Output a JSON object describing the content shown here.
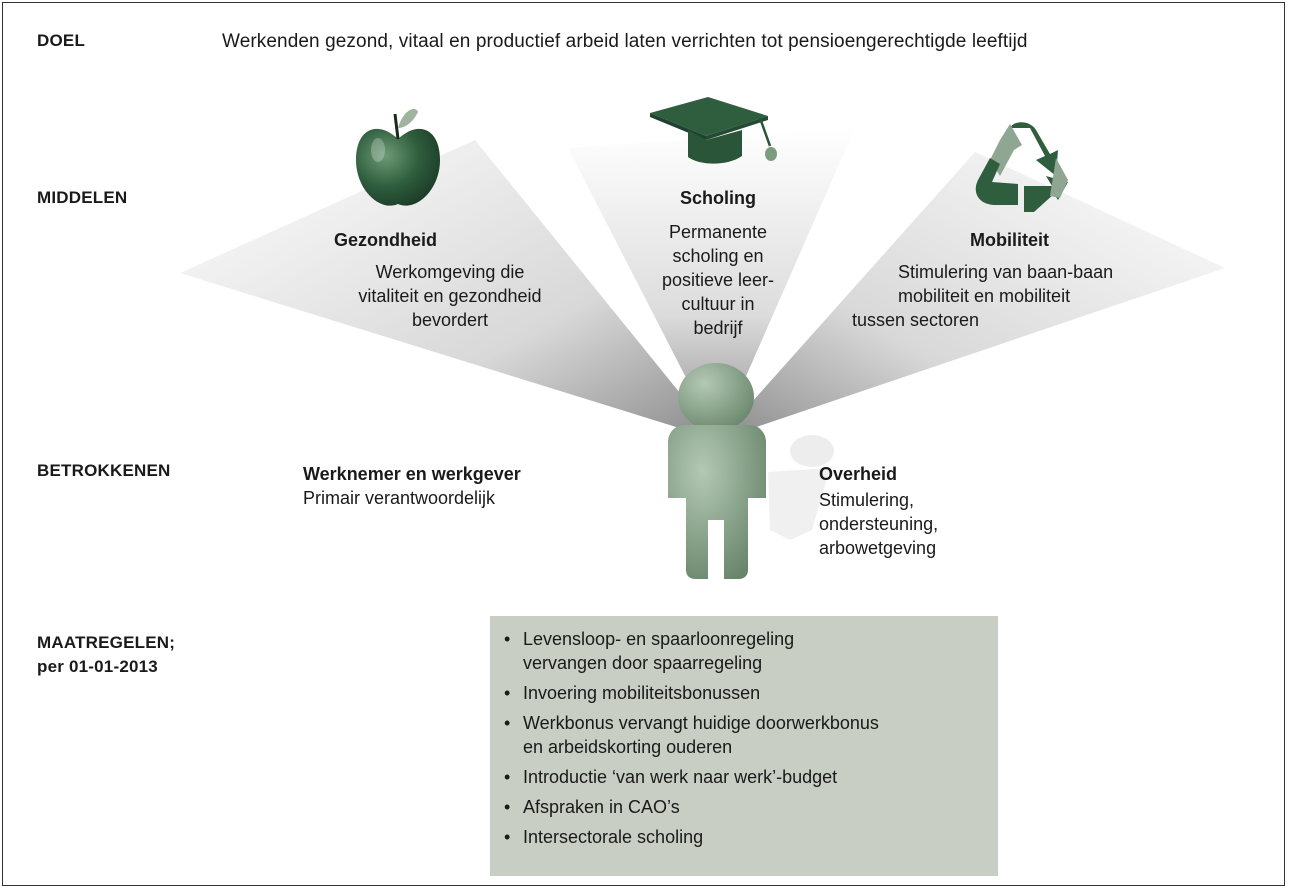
{
  "goal": {
    "label": "DOEL",
    "text": "Werkenden gezond, vitaal en productief arbeid laten verrichten tot pensioengerechtigde leeftijd"
  },
  "means": {
    "label": "MIDDELEN",
    "items": [
      {
        "title": "Gezondheid",
        "lines": [
          "Werkomgeving die",
          "vitaliteit en gezondheid",
          "bevordert"
        ],
        "icon": "apple-icon"
      },
      {
        "title": "Scholing",
        "lines": [
          "Permanente",
          "scholing en",
          "positieve leer-",
          "cultuur in",
          "bedrijf"
        ],
        "icon": "graduation-cap-icon"
      },
      {
        "title": "Mobiliteit",
        "lines": [
          "Stimulering van baan-baan",
          "mobiliteit en mobiliteit",
          "tussen sectoren"
        ],
        "icon": "recycle-icon"
      }
    ]
  },
  "stakeholders": {
    "label": "BETROKKENEN",
    "left": {
      "title": "Werknemer en werkgever",
      "text": "Primair verantwoordelijk"
    },
    "right": {
      "title": "Overheid",
      "lines": [
        "Stimulering,",
        "ondersteuning,",
        "arbowetgeving"
      ]
    },
    "icon": "person-icon"
  },
  "measures": {
    "label_line1": "MAATREGELEN;",
    "label_line2": "per 01-01-2013",
    "bullet": "•",
    "items": [
      [
        "Levensloop- en spaarloonregeling",
        "vervangen door spaarregeling"
      ],
      [
        "Invoering mobiliteitsbonussen"
      ],
      [
        "Werkbonus vervangt huidige doorwerkbonus",
        "en arbeidskorting ouderen"
      ],
      [
        "Introductie ‘van werk naar werk’-budget"
      ],
      [
        "Afspraken in CAO’s"
      ],
      [
        "Intersectorale scholing"
      ]
    ]
  },
  "colors": {
    "dark_green": "#2f5e3e",
    "person_green": "#8aa58c",
    "box_grey": "#c9cec4"
  }
}
